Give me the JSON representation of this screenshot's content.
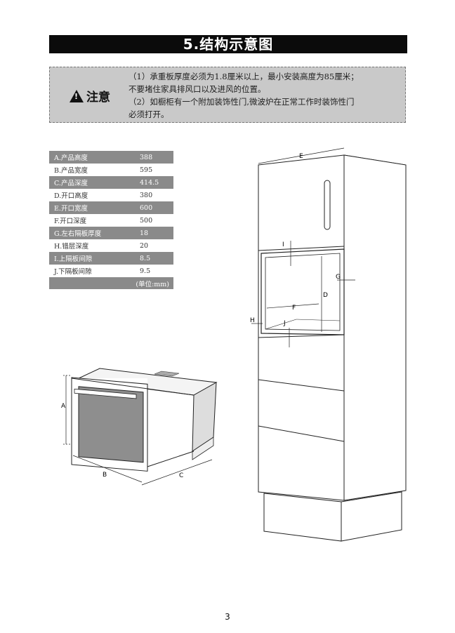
{
  "title": "5.结构示意图",
  "notice": {
    "label": "注意",
    "line1": "（1）承重板厚度必须为1.8厘米以上，最小安装高度为85厘米；",
    "line2": "不要堵住家具排风口以及进风的位置。",
    "line3": "（2）如橱柜有一个附加装饰性门,微波炉在正常工作时装饰性门",
    "line4": "必须打开。"
  },
  "specs": [
    {
      "label": "A.产品高度",
      "value": "388"
    },
    {
      "label": "B.产品宽度",
      "value": "595"
    },
    {
      "label": "C.产品深度",
      "value": "414.5"
    },
    {
      "label": "D.开口高度",
      "value": "380"
    },
    {
      "label": "E.开口宽度",
      "value": "600"
    },
    {
      "label": "F.开口深度",
      "value": "500"
    },
    {
      "label": "G.左右隔板厚度",
      "value": "18"
    },
    {
      "label": "H.错层深度",
      "value": "20"
    },
    {
      "label": "I.上隔板间隙",
      "value": "8.5"
    },
    {
      "label": "J.下隔板间隙",
      "value": "9.5"
    }
  ],
  "unit": "(单位:mm)",
  "diagram_labels": {
    "a": "A",
    "b": "B",
    "c": "C",
    "d": "D",
    "e": "E",
    "f": "F",
    "g": "G",
    "h": "H",
    "i": "I",
    "j": "J"
  },
  "page_number": "3"
}
